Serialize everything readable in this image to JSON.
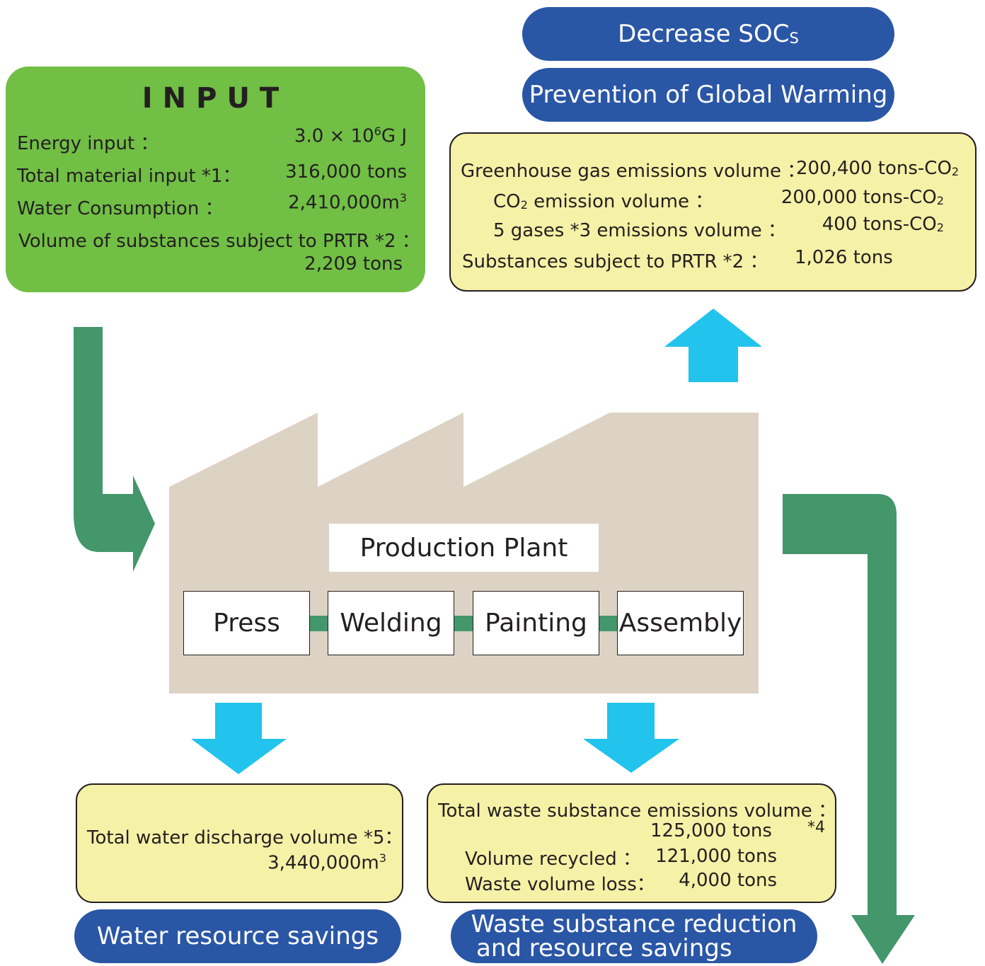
{
  "top_pills": {
    "decrease_main": "Decrease SOC",
    "decrease_sub": "S",
    "global_warming": "Prevention of Global Warming"
  },
  "input_box": {
    "title": "INPUT",
    "energy_label": "Energy input ：",
    "energy_value_base": "3.0 × 10",
    "energy_value_exp": "6",
    "energy_value_unit": "G J",
    "material_label": "Total material input *1：",
    "material_value": "316,000 tons",
    "water_label": "Water Consumption ：",
    "water_value": "2,410,000m",
    "water_exp": "3",
    "prtr_label": "Volume of substances subject to PRTR *2 ：",
    "prtr_value": "2,209 tons"
  },
  "emissions_box": {
    "ghg_label": "Greenhouse gas emissions volume ：",
    "ghg_value": "200,400 tons-CO",
    "ghg_sub": "2",
    "co2_label_a": "CO",
    "co2_label_sub": "2",
    "co2_label_b": " emission volume ：",
    "co2_value": "200,000 tons-CO",
    "co2_value_sub": "2",
    "gases_label": "5 gases *3 emissions volume ：",
    "gases_value": "400 tons-CO",
    "gases_value_sub": "2",
    "prtr_label": "Substances subject to PRTR *2 ：",
    "prtr_value": "1,026 tons"
  },
  "plant": {
    "title": "Production Plant",
    "processes": [
      "Press",
      "Welding",
      "Painting",
      "Assembly"
    ]
  },
  "water_box": {
    "label": "Total water discharge volume *5：",
    "value": "3,440,000m",
    "value_exp": "3"
  },
  "waste_box": {
    "total_label": "Total waste substance emissions volume ：",
    "total_value": "125,000 tons",
    "note": "*4",
    "recycled_label": "Volume recycled ：",
    "recycled_value": "121,000 tons",
    "loss_label": "Waste volume loss：",
    "loss_value": "4,000 tons"
  },
  "bottom_pills": {
    "water": "Water resource savings",
    "waste_line1": "Waste substance reduction",
    "waste_line2": "and resource savings"
  },
  "colors": {
    "input_green": "#71bf45",
    "flow_arrow_green": "#44966b",
    "pill_blue": "#2a56a6",
    "output_arrow_cyan": "#22c3ec",
    "panel_yellow": "#f5f1a6",
    "factory_beige": "#ddd3c4"
  }
}
